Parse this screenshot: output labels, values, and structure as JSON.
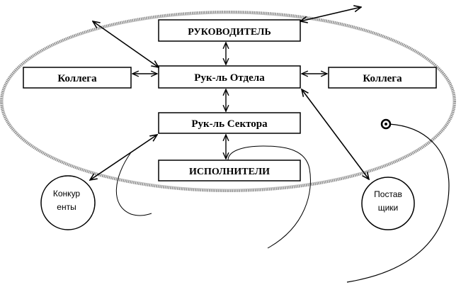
{
  "nodes": {
    "head": "РУКОВОДИТЕЛЬ",
    "dept_head": "Рук-ль Отдела",
    "colleague_left": "Коллега",
    "colleague_right": "Коллега",
    "sector_head": "Рук-ль Сектора",
    "executors": "ИСПОЛНИТЕЛИ"
  },
  "external": {
    "competitors_line1": "Конкур",
    "competitors_line2": "енты",
    "suppliers_line1": "Постав",
    "suppliers_line2": "щики"
  },
  "colors": {
    "stroke": "#000000",
    "ellipse": "#8a8a8a",
    "background": "#ffffff"
  }
}
